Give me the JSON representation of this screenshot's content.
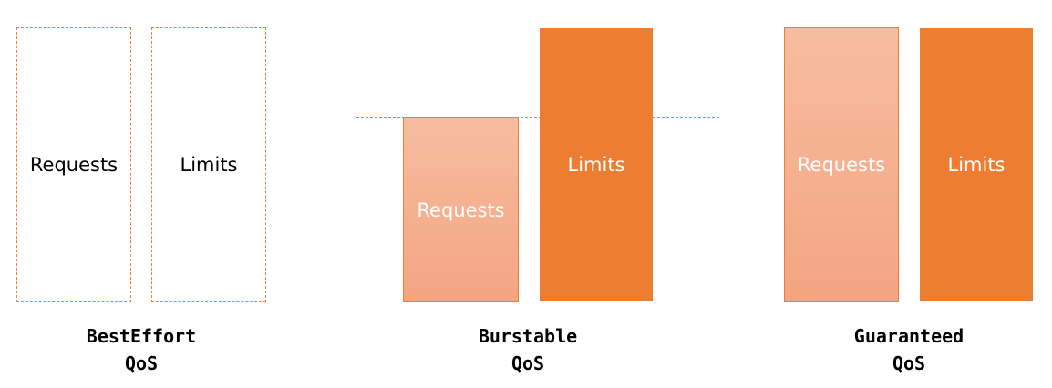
{
  "colors": {
    "accent": "#ed7d31",
    "light_fill": "#f4b18f",
    "text_dark": "#000000",
    "text_light": "#ffffff"
  },
  "groups": [
    {
      "requests_label": "Requests",
      "limits_label": "Limits",
      "caption_line1": "BestEffort",
      "caption_line2": "QoS"
    },
    {
      "requests_label": "Requests",
      "limits_label": "Limits",
      "caption_line1": "Burstable",
      "caption_line2": "QoS"
    },
    {
      "requests_label": "Requests",
      "limits_label": "Limits",
      "caption_line1": "Guaranteed",
      "caption_line2": "QoS"
    }
  ]
}
